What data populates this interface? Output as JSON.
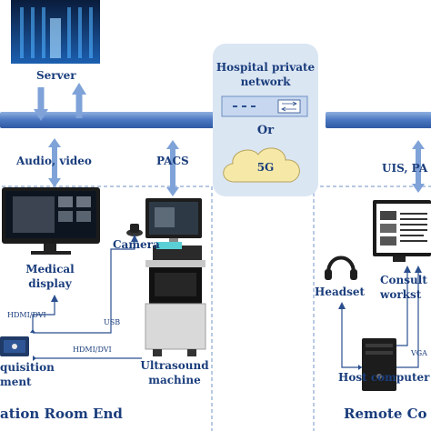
{
  "labels": {
    "server": "Server",
    "audio_video": "Audio, video",
    "pacs": "PACS",
    "network_line1": "Hospital private",
    "network_line2": "network",
    "or": "Or",
    "fiveg": "5G",
    "uis": "UIS, PA",
    "medical_display_1": "Medical",
    "medical_display_2": "display",
    "camera": "Camera",
    "hdmi_dvi_1": "HDMI/DVI",
    "usb": "USB",
    "hdmi_dvi_2": "HDMI/DVI",
    "acquisition_1": "quisition",
    "acquisition_2": "ment",
    "ultrasound_1": "Ultrasound",
    "ultrasound_2": "machine",
    "examination_room_end": "ation Room End",
    "headset": "Headset",
    "consultation_1": "Consult",
    "consultation_2": "workst",
    "vga": "VGA",
    "host_computer": "Host computer",
    "remote_end": "Remote Co"
  },
  "colors": {
    "backbone": "#5a84c9",
    "arrow": "#7fa3d8",
    "text": "#1a3d7c",
    "cloud_box": "#dbe6f3",
    "dashed": "#8aa6cf",
    "router": "#a9c1e4",
    "fiveg_cloud": "#f6e9a8"
  }
}
